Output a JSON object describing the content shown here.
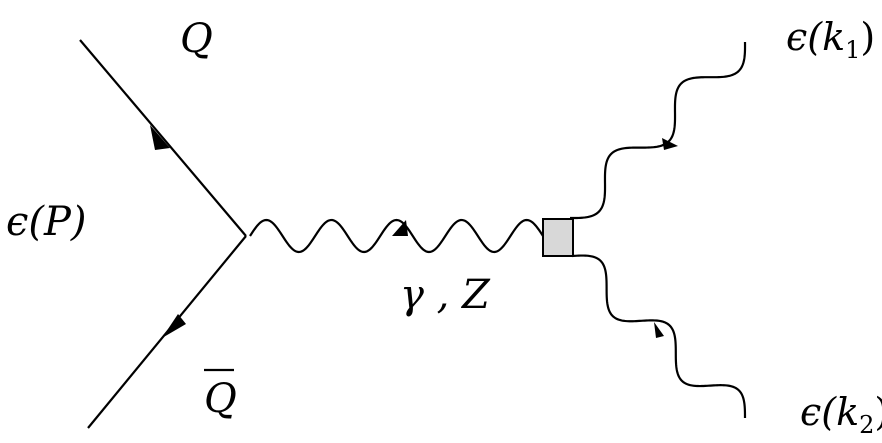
{
  "diagram": {
    "labels": {
      "quark": "Q",
      "antiquark": "Q",
      "initial_polarization": "ϵ(P)",
      "propagator": "γ , Z",
      "photon_1": "ϵ(k",
      "photon_1_index": "1",
      "photon_2": "ϵ(k",
      "photon_2_index": "2",
      "closing_paren": ")"
    },
    "colors": {
      "line": "#000000",
      "vertex_fill": "#d8d8d8",
      "vertex_stroke": "#000000"
    }
  }
}
